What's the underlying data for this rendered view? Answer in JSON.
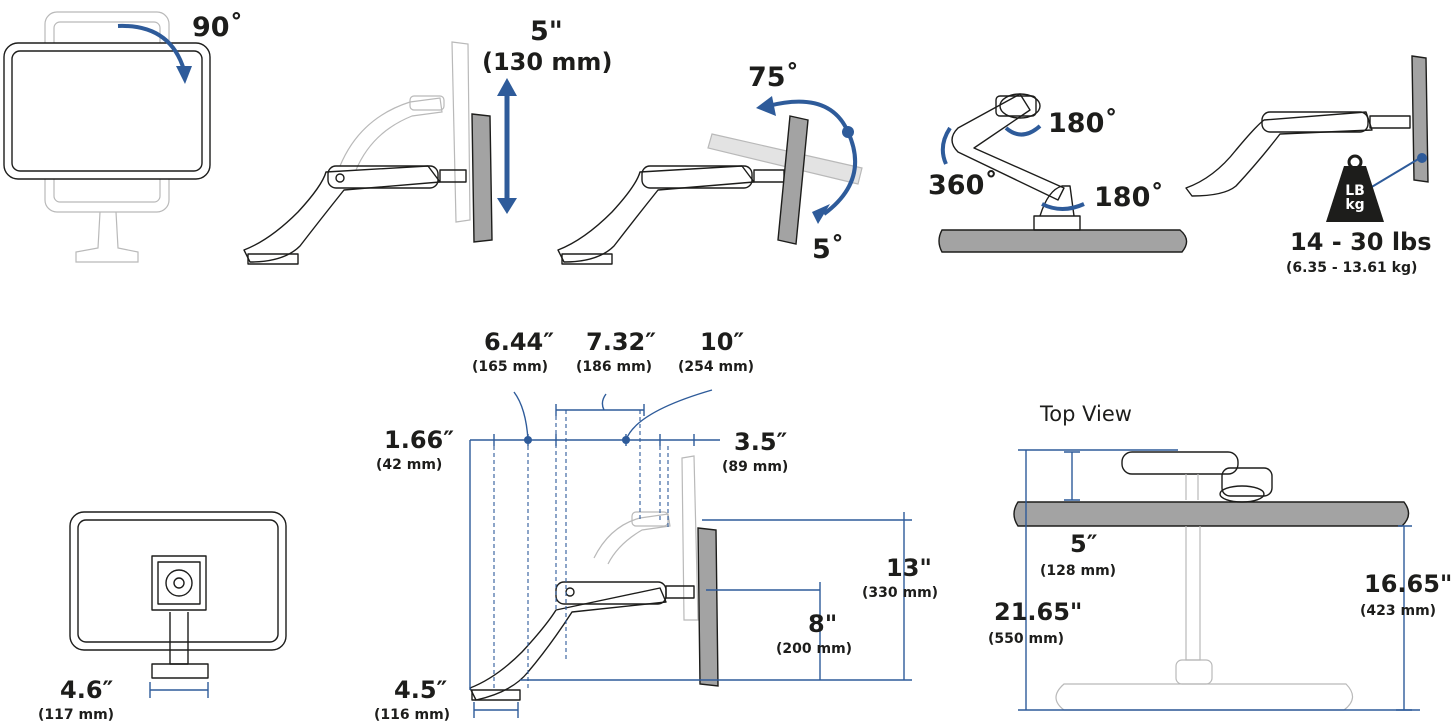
{
  "labels": {
    "rotate": "90˚",
    "lift": "5\"",
    "lift_mm": "(130 mm)",
    "tilt_up": "75˚",
    "tilt_down": "5˚",
    "pan_top": "180˚",
    "pan_bottom": "180˚",
    "swivel": "360˚",
    "weight_top": "LB",
    "weight_bottom": "kg",
    "weight": "14 - 30 lbs",
    "weight_kg": "(6.35 - 13.61 kg)",
    "d644": "6.44″",
    "d644_mm": "(165 mm)",
    "d732": "7.32″",
    "d732_mm": "(186 mm)",
    "d10": "10″",
    "d10_mm": "(254 mm)",
    "d166": "1.66″",
    "d166_mm": "(42 mm)",
    "d35": "3.5″",
    "d35_mm": "(89 mm)",
    "d13": "13\"",
    "d13_mm": "(330 mm)",
    "d8": "8\"",
    "d8_mm": "(200 mm)",
    "d45": "4.5″",
    "d45_mm": "(116 mm)",
    "d46": "4.6″",
    "d46_mm": "(117 mm)",
    "top_view": "Top View",
    "d5": "5″",
    "d5_mm": "(128 mm)",
    "d2165": "21.65\"",
    "d2165_mm": "(550 mm)",
    "d1665": "16.65\"",
    "d1665_mm": "(423 mm)"
  },
  "colors": {
    "ink": "#1d1d1b",
    "accent": "#2e5b9a",
    "panel": "#a3a3a3",
    "ghost": "#b9b9b9"
  }
}
